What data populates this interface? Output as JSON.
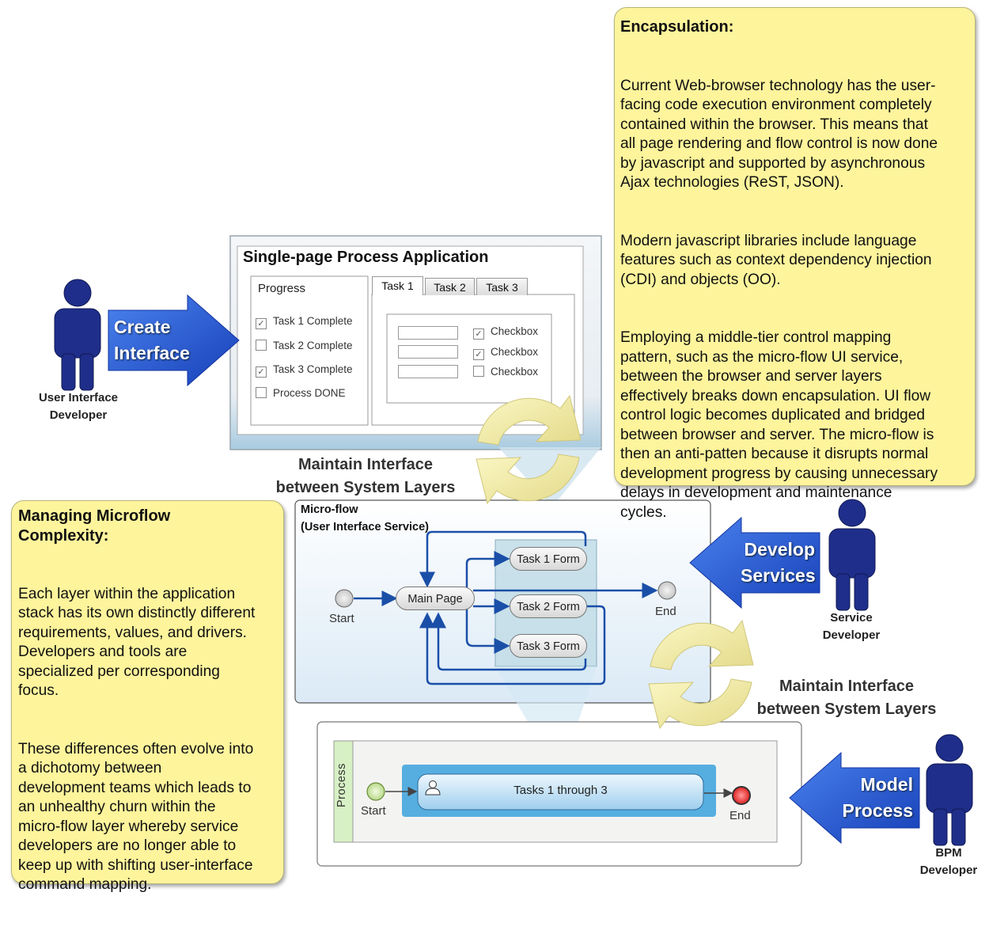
{
  "encapsulation_note": {
    "title": "Encapsulation:",
    "paragraphs": [
      "Current Web-browser technology has the user-\nfacing code execution environment completely\ncontained within the browser. This means that\nall page rendering and flow control is now done\n by javascript and supported by asynchronous\nAjax technologies (ReST, JSON).",
      "Modern javascript libraries include language\nfeatures such as context dependency injection\n(CDI) and objects (OO).",
      "Employing a middle-tier control mapping\npattern, such as the micro-flow UI service,\nbetween the browser and server layers\neffectively breaks down encapsulation. UI flow\ncontrol logic becomes duplicated and bridged\nbetween browser and server. The micro-flow is\n then an anti-patten because it disrupts normal\ndevelopment progress by causing unnecessary\n delays in development and maintenance\ncycles."
    ]
  },
  "microflow_note": {
    "title": "Managing Microflow\nComplexity:",
    "paragraphs": [
      "Each layer within the application\nstack has its own distinctly different\n requirements, values, and drivers.\nDevelopers and tools are\nspecialized per corresponding\nfocus.",
      "These differences often evolve into\n a dichotomy between\ndevelopment teams which leads to\nan unhealthy churn within the\nmicro-flow layer whereby service\ndevelopers are no longer able to\nkeep up with shifting user-interface\n command mapping."
    ]
  },
  "actors": {
    "ui_developer": "User Interface\nDeveloper",
    "service_developer": "Service\nDeveloper",
    "bpm_developer": "BPM\nDeveloper"
  },
  "arrows": {
    "create_interface": "Create\nInterface",
    "develop_services": "Develop\nServices",
    "model_process": "Model\nProcess"
  },
  "maintain_labels": {
    "top": "Maintain Interface\nbetween System Layers",
    "bottom": "Maintain Interface\nbetween System Layers"
  },
  "spa": {
    "title": "Single-page Process Application",
    "progress_title": "Progress",
    "progress_items": [
      {
        "label": "Task 1 Complete",
        "checked": true
      },
      {
        "label": "Task 2 Complete",
        "checked": false
      },
      {
        "label": "Task 3 Complete",
        "checked": true
      },
      {
        "label": "Process DONE",
        "checked": false
      }
    ],
    "tabs": [
      "Task 1",
      "Task 2",
      "Task 3"
    ],
    "checkboxes": [
      {
        "label": "Checkbox",
        "checked": true
      },
      {
        "label": "Checkbox",
        "checked": true
      },
      {
        "label": "Checkbox",
        "checked": false
      }
    ]
  },
  "microflow": {
    "title": "Micro-flow",
    "subtitle": "(User Interface Service)",
    "start": "Start",
    "end": "End",
    "main_page": "Main Page",
    "forms": [
      "Task 1 Form",
      "Task 2 Form",
      "Task 3 Form"
    ]
  },
  "process": {
    "lane": "Process",
    "start": "Start",
    "end": "End",
    "task": "Tasks 1 through 3"
  },
  "colors": {
    "note_fill": "#fdf49c",
    "arrow_blue": "#2255d0",
    "person_blue": "#1f2e8a",
    "flow_blue": "#1a4fa8"
  }
}
